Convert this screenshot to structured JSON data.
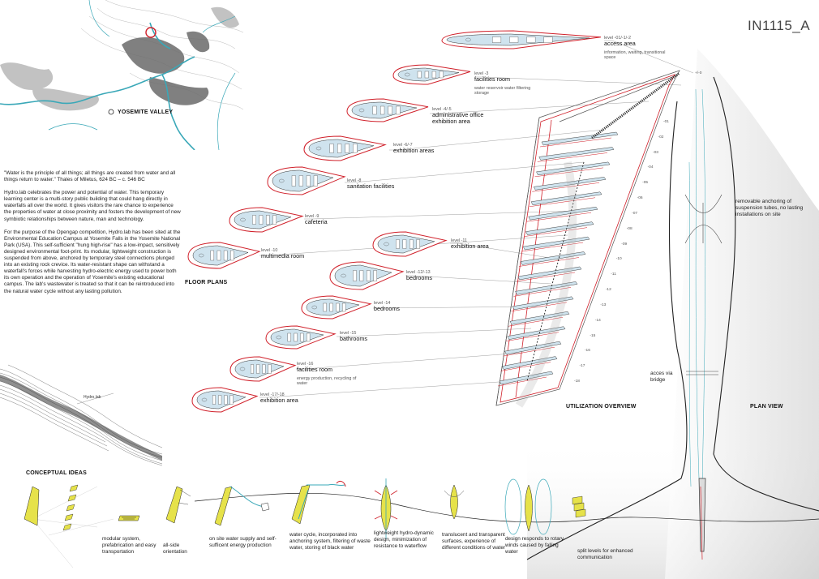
{
  "project_code": "IN1115_A",
  "map_label": "YOSEMITE VALLEY",
  "quote": "\"Water is the principle of all things; all things are created from water and all things return to water.\" Thales of Miletus, 624 BC – c. 546 BC",
  "paragraph1": "Hydro.lab celebrates the power and potential of water. This temporary learning center is a multi-story public building that could hang directly in waterfalls all over the world.  It gives visitors the rare chance to experience the properties of water at close proximity and fosters the development of new symbiotic relationships between nature, man and technology.",
  "paragraph2": "For the purpose of the Opengap competition, Hydro.lab has been sited at the Environmental Education Campus at Yosemite Falls in the Yosemite National Park (USA). This self-sufficient \"hung high-rise\" has a low-impact, sensitively designed environmental foot-print.  Its modular, lightweight construction is suspended from above, anchored by temporary steel connections plunged into an existing rock crevice. Its water-resistant shape can withstand a waterfall's forces while harvesting hydro-electric energy used to power both its own operation and the operation of Yosemite's existing educational campus. The lab's wastewater is treated so that it can be reintroduced into the natural water cycle without any lasting pollution.",
  "profile_label": "Hydro.lab",
  "floor_plans_label": "FLOOR PLANS",
  "utilization_label": "UTILIZATION OVERVIEW",
  "plan_view_label": "PLAN VIEW",
  "conceptual_label": "CONCEPTUAL IDEAS",
  "levels": [
    {
      "num": "level -01/-1/-2",
      "name": "access area",
      "desc": "information, waiting, transitional space"
    },
    {
      "num": "level -3",
      "name": "facilities room",
      "desc": "water reservoir water filtering storage"
    },
    {
      "num": "level -4/-5",
      "name": "administrative office exhibition area",
      "desc": ""
    },
    {
      "num": "level -6/-7",
      "name": "exhibition areas",
      "desc": ""
    },
    {
      "num": "level -8",
      "name": "sanitation facilities",
      "desc": ""
    },
    {
      "num": "level -9",
      "name": "cafeteria",
      "desc": ""
    },
    {
      "num": "level -10",
      "name": "multimedia room",
      "desc": ""
    },
    {
      "num": "level -11",
      "name": "exhibition area",
      "desc": ""
    },
    {
      "num": "level -12/-13",
      "name": "bedrooms",
      "desc": ""
    },
    {
      "num": "level -14",
      "name": "bedrooms",
      "desc": ""
    },
    {
      "num": "level -15",
      "name": "bathrooms",
      "desc": ""
    },
    {
      "num": "level -16",
      "name": "facilities room",
      "desc": "energy production, recycling of water"
    },
    {
      "num": "level -17/-18",
      "name": "exhibition area",
      "desc": ""
    }
  ],
  "section_ticks": [
    "+/-0",
    "-01",
    "-02",
    "-03",
    "-04",
    "-05",
    "-06",
    "-07",
    "-08",
    "-09",
    "-10",
    "-11",
    "-12",
    "-13",
    "-14",
    "-15",
    "-16",
    "-17",
    "-18"
  ],
  "plan_note_anchor": "removable anchoring of suspension tubes, no lasting installations on site",
  "plan_note_bridge": "acces via bridge",
  "concepts": [
    "modular system, prefabrication and easy transportation",
    "all-side orientation",
    "on site water supply and self-sufficent energy production",
    "water cycle, incorporated into anchoring system, filtering of waste water, storing of black water",
    "lightweight hydro-dynamic design, minimization of resistance to waterflow",
    "translucent and transparent surfaces, experience of different conditions of water",
    "design responds to rotary winds caused by falling water",
    "split levels for enhanced communication"
  ],
  "colors": {
    "red": "#d0202a",
    "plan_fill": "#cfe3ee",
    "cyan": "#3aa8b8",
    "yellow": "#e6e24a"
  }
}
